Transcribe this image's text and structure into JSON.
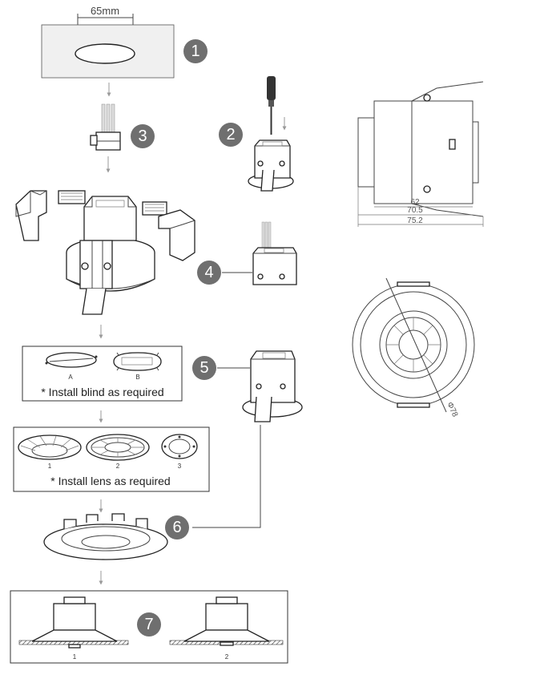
{
  "steps": {
    "s1": "1",
    "s2": "2",
    "s3": "3",
    "s4": "4",
    "s5": "5",
    "s6": "6",
    "s7": "7"
  },
  "cutout": {
    "dimension": "65mm"
  },
  "blinds": {
    "label_a": "A",
    "label_b": "B",
    "caption": "* Install blind as required"
  },
  "lenses": {
    "label_1": "1",
    "label_2": "2",
    "label_3": "3",
    "caption": "* Install lens as required"
  },
  "mounting": {
    "label_1": "1",
    "label_2": "2"
  },
  "side_view": {
    "dim_1": "62",
    "dim_2": "70.5",
    "dim_3": "75.2"
  },
  "front_view": {
    "diameter": "Φ78"
  },
  "colors": {
    "step_badge": "#6f6f6f",
    "line": "#333333"
  }
}
